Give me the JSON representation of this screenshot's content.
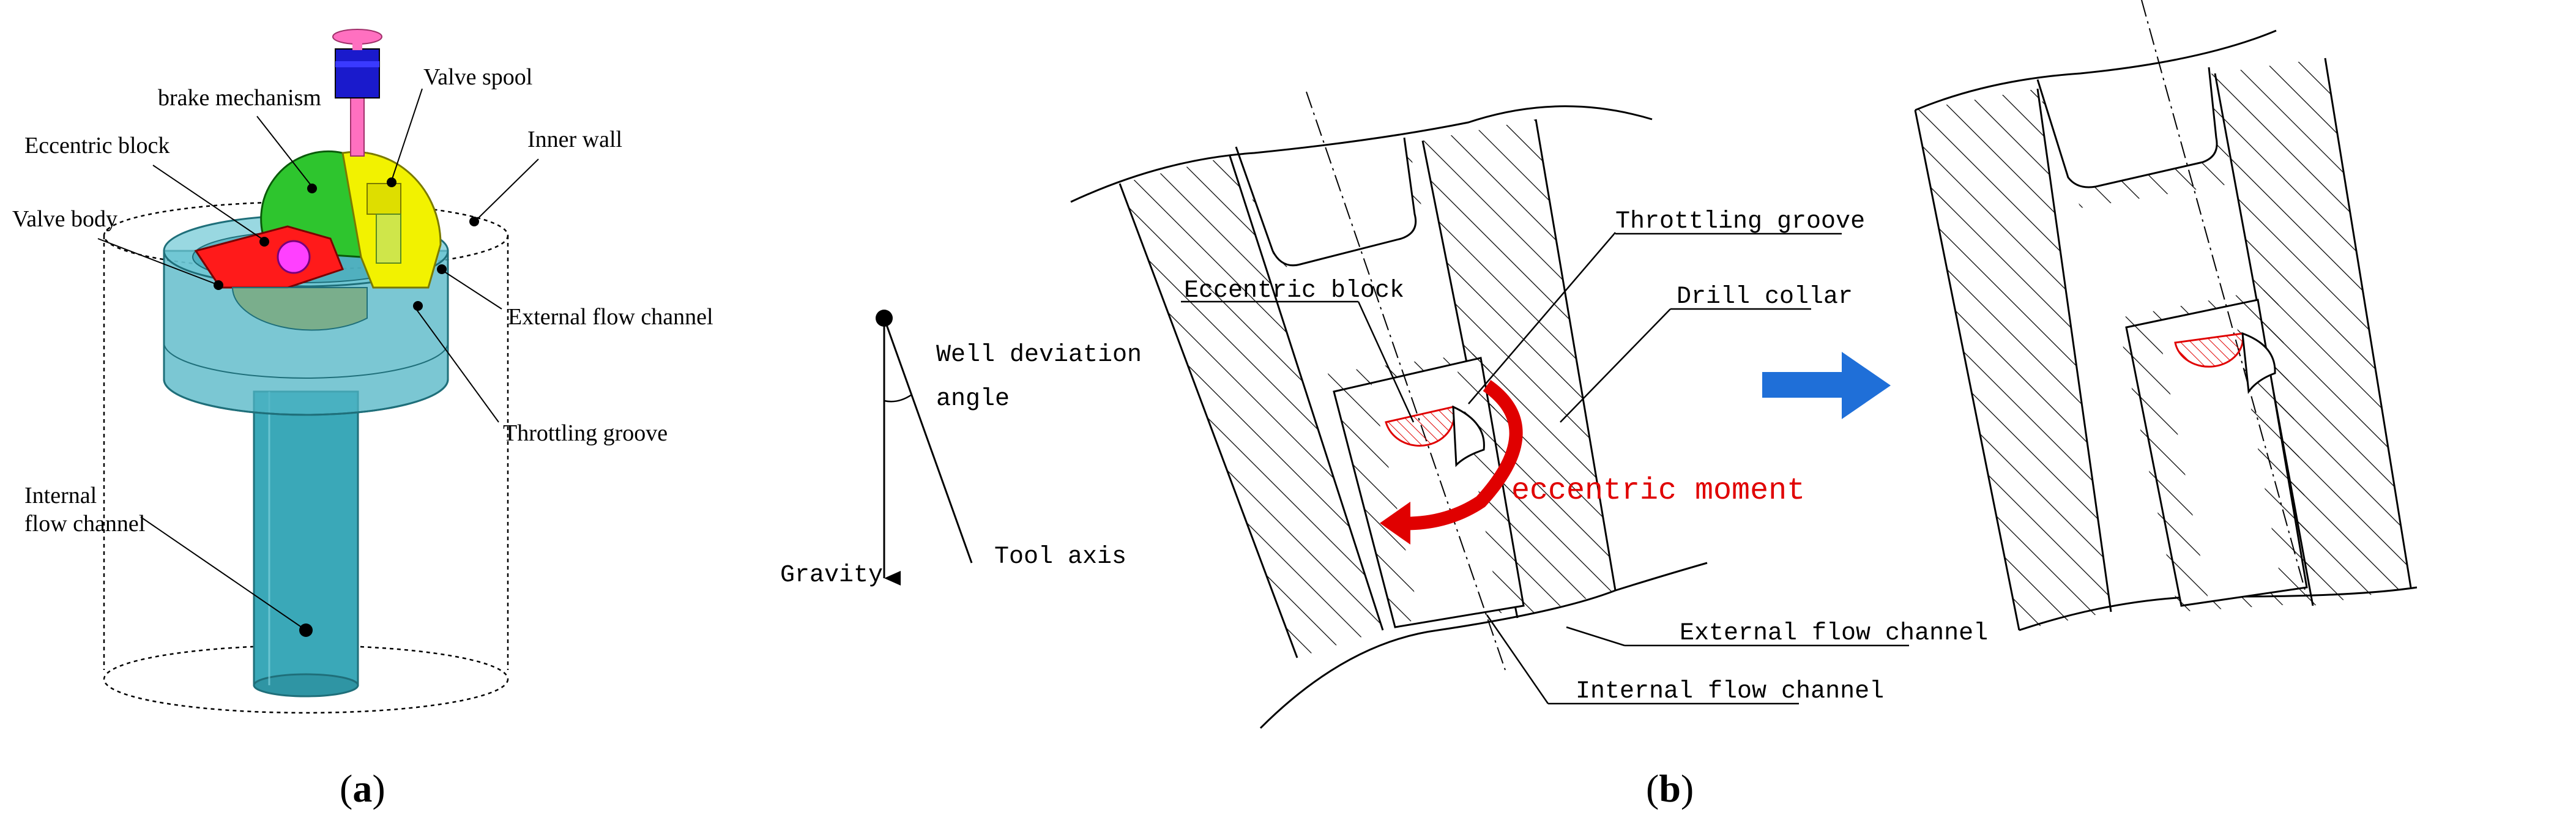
{
  "panel_a": {
    "labels": {
      "valve_spool": "Valve spool",
      "brake_mechanism": "brake mechanism",
      "eccentric_block": "Eccentric block",
      "inner_wall": "Inner wall",
      "valve_body": "Valve body",
      "external_flow_channel": "External flow channel",
      "throttling_groove": "Throttling groove",
      "internal_flow_channel": "Internal\nflow channel"
    },
    "caption_open": "(",
    "caption_letter": "a",
    "caption_close": ")",
    "colors": {
      "shell": "#4fb4c4",
      "shaft": "#3aa8b8",
      "green": "#2ec52e",
      "yellow": "#f2f200",
      "red": "#ff1a1a",
      "magenta": "#ff40ff",
      "blue": "#1a1acc",
      "pink": "#ff70c0"
    }
  },
  "angle_diagram": {
    "well_deviation_1": "Well deviation",
    "well_deviation_2": "angle",
    "gravity": "Gravity",
    "tool_axis": "Tool axis"
  },
  "panel_b": {
    "labels": {
      "throttling_groove": "Throttling groove",
      "eccentric_block": "Eccentric block",
      "drill_collar": "Drill collar",
      "eccentric_moment": "eccentric moment",
      "external_flow_channel": "External flow channel",
      "internal_flow_channel": "Internal flow channel"
    },
    "caption_open": "(",
    "caption_letter": "b",
    "caption_close": ")",
    "colors": {
      "arrow_blue": "#1f6fd8",
      "moment_red": "#e00000"
    }
  }
}
